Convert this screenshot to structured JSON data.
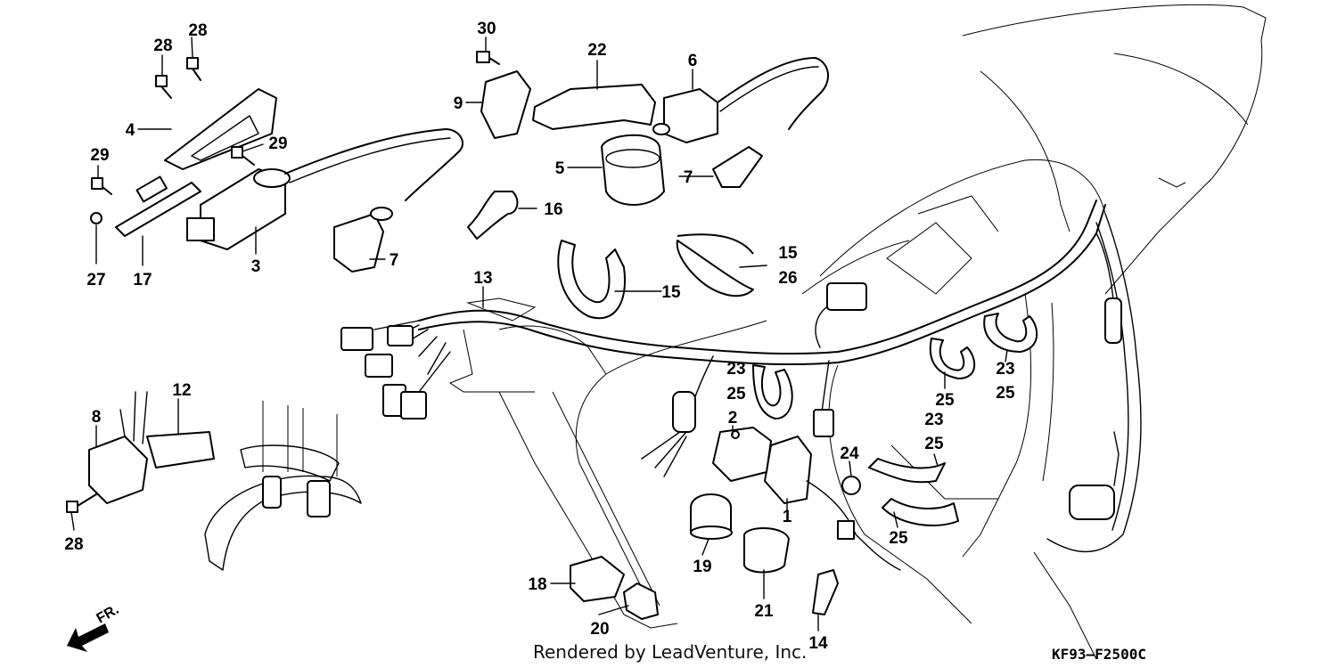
{
  "credit": "Rendered by LeadVenture, Inc.",
  "diagram_code": "KF93–F2500C",
  "direction": "FR.",
  "callouts": {
    "c1": "1",
    "c2": "2",
    "c3": "3",
    "c4": "4",
    "c5": "5",
    "c6": "6",
    "c7a": "7",
    "c7b": "7",
    "c8": "8",
    "c9": "9",
    "c12": "12",
    "c13": "13",
    "c14": "14",
    "c15a": "15",
    "c15b": "15",
    "c16": "16",
    "c17": "17",
    "c18": "18",
    "c19": "19",
    "c20": "20",
    "c21": "21",
    "c22": "22",
    "c23a": "23",
    "c23b": "23",
    "c23c": "23",
    "c24": "24",
    "c25a": "25",
    "c25b": "25",
    "c25c": "25",
    "c25d": "25",
    "c25e": "25",
    "c26": "26",
    "c27": "27",
    "c28a": "28",
    "c28b": "28",
    "c28c": "28",
    "c29a": "29",
    "c29b": "29",
    "c30": "30"
  },
  "icons": [
    "direction-arrow-icon"
  ]
}
